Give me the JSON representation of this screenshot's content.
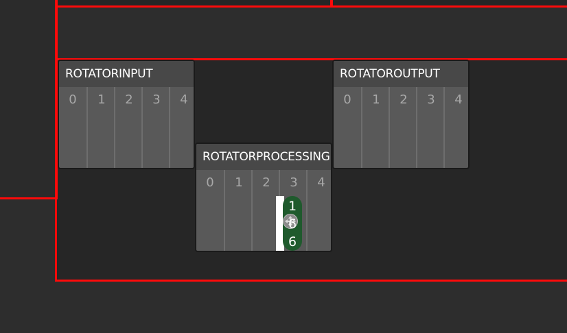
{
  "nodes": {
    "input": {
      "title": "ROTATORINPUT",
      "lanes": [
        "0",
        "1",
        "2",
        "3",
        "4"
      ]
    },
    "processing": {
      "title": "ROTATORPROCESSING",
      "lanes": [
        "0",
        "1",
        "2",
        "3",
        "4"
      ],
      "token": {
        "value": "1\n6\n6",
        "lane": "3",
        "color": "#1f5a2d"
      }
    },
    "output": {
      "title": "ROTATOROUTPUT",
      "lanes": [
        "0",
        "1",
        "2",
        "3",
        "4"
      ]
    }
  },
  "colors": {
    "selection_outline": "#ff0a0a",
    "canvas": "#262626",
    "node_body": "#595959",
    "node_header": "#484848"
  },
  "icons": {
    "token_handle": "move-icon"
  }
}
